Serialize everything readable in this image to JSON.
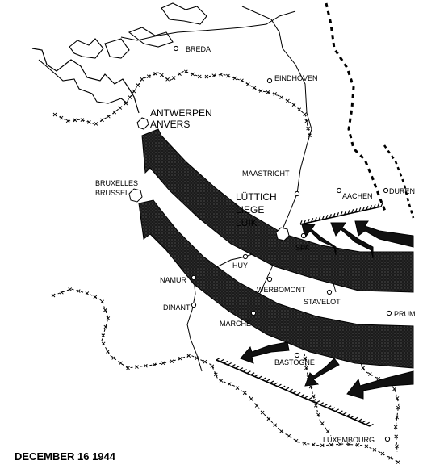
{
  "caption": "DECEMBER 16 1944",
  "places": {
    "breda": "BREDA",
    "eindhoven": "EINDHOVEN",
    "antwerpen": "ANTWERPEN",
    "anvers": "ANVERS",
    "bruxelles": "BRUXELLES",
    "brussel": "BRUSSEL",
    "maastricht": "MAASTRICHT",
    "luttich": "LÜTTICH",
    "liege": "LIEGE",
    "luik": "LUIK",
    "aachen": "AACHEN",
    "duren": "DUREN",
    "spa": "SPA",
    "huy": "HUY",
    "namur": "NAMUR",
    "werbomont": "WERBOMONT",
    "stavelot": "STAVELOT",
    "prum": "PRUM",
    "dinant": "DINANT",
    "marche": "MARCHE",
    "bastogne": "BASTOGNE",
    "luxembourg": "LUXEMBOURG"
  }
}
